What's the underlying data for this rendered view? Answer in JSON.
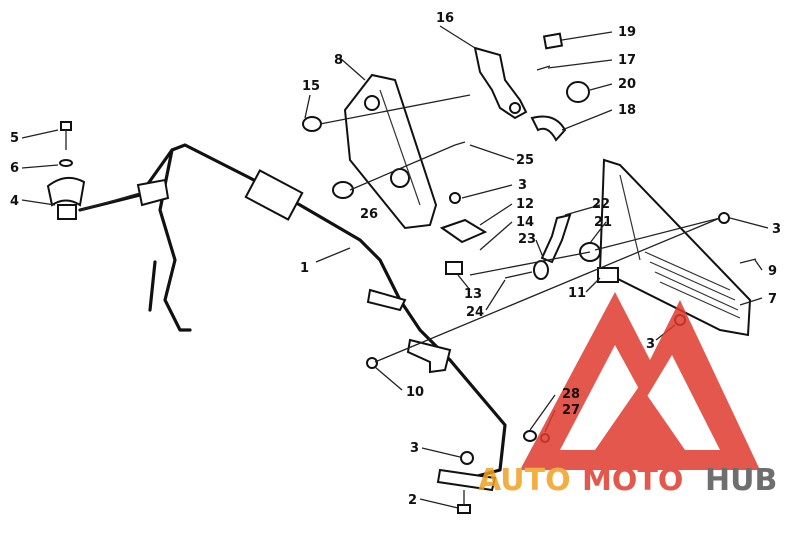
{
  "callouts": [
    "1",
    "2",
    "3",
    "4",
    "5",
    "6",
    "7",
    "8",
    "9",
    "10",
    "11",
    "12",
    "13",
    "14",
    "15",
    "16",
    "17",
    "18",
    "19",
    "20",
    "21",
    "22",
    "23",
    "24",
    "25",
    "26",
    "27",
    "28"
  ],
  "watermark": {
    "text_part1": "AUTO",
    "text_part2": "MOTO",
    "text_part3": "HUB",
    "color_logo": "#e03a2f",
    "color_text_orange": "#f0a020",
    "color_text_gray": "#555555"
  }
}
